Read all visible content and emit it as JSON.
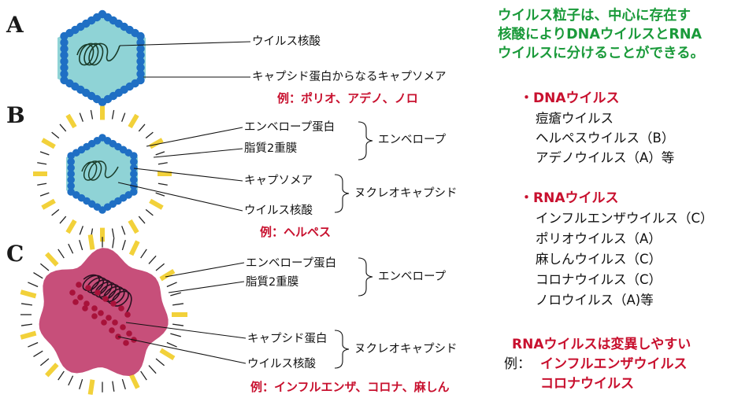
{
  "panels": {
    "a": "A",
    "b": "B",
    "c": "C"
  },
  "panel_a": {
    "nucleic_acid": "ウイルス核酸",
    "capsomere_capsid": "キャプシド蛋白からなるキャプソメア",
    "example": "例：ポリオ、アデノ、ノロ"
  },
  "panel_b": {
    "envelope_protein": "エンベロープ蛋白",
    "lipid_bilayer": "脂質2重膜",
    "envelope": "エンベロープ",
    "capsomere": "キャプソメア",
    "nucleic_acid": "ウイルス核酸",
    "nucleocapsid": "ヌクレオキャプシド",
    "example": "例：ヘルペス"
  },
  "panel_c": {
    "envelope_protein": "エンベロープ蛋白",
    "lipid_bilayer": "脂質2重膜",
    "envelope": "エンベロープ",
    "capsid_protein": "キャプシド蛋白",
    "nucleic_acid": "ウイルス核酸",
    "nucleocapsid": "ヌクレオキャプシド",
    "example": "例：インフルエンザ、コロナ、麻しん"
  },
  "intro": [
    "ウイルス粒子は、中心に存在す",
    "核酸によりDNAウイルスとRNA",
    "ウイルスに分けることができる。"
  ],
  "dna": {
    "heading": "・DNAウイルス",
    "items": [
      "痘瘡ウイルス",
      "ヘルペスウイルス（B）",
      "アデノウイルス（A）等"
    ]
  },
  "rna": {
    "heading": "・RNAウイルス",
    "items": [
      "インフルエンザウイルス（C）",
      "ポリオウイルス（A）",
      "麻しんウイルス（C）",
      "コロナウイルス（C）",
      "ノロウイルス（A)等"
    ]
  },
  "mutation": {
    "line1": "RNAウイルスは変異しやすい",
    "line2_prefix": "例：",
    "line2": "インフルエンザウイルス",
    "line3": "コロナウイルス"
  },
  "colors": {
    "capsomere": "#1f6fc4",
    "capsid_fill": "#8fd3d6",
    "spike": "#f2d13a",
    "membrane": "#c2406f",
    "rna_bead": "#a8123a",
    "green_text": "#1a9a3a",
    "red_text": "#c8102e"
  }
}
